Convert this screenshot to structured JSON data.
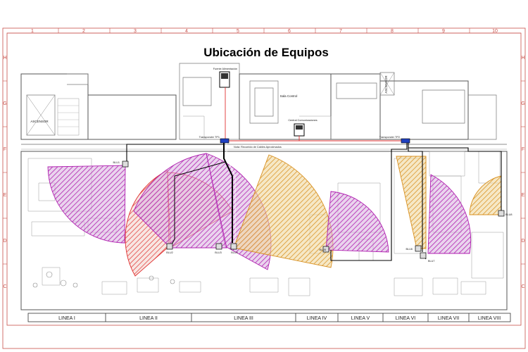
{
  "title": "Ubicación de Equipos",
  "grid_columns": [
    "1",
    "2",
    "3",
    "4",
    "5",
    "6",
    "7",
    "8",
    "9",
    "10"
  ],
  "grid_rows": [
    "H",
    "G",
    "F",
    "E",
    "D",
    "C"
  ],
  "rooms": {
    "ascensor_left": "ASCENSOR",
    "ascensor_right": "ASCENSOR",
    "sala_control": "Sala Control",
    "fuente_alimentacion": "Fuente Alimentación",
    "central_comunicaciones": "Central Comunicaciones"
  },
  "transponders": [
    "Transponder TP1",
    "Transponder TP2"
  ],
  "note": "Nota: Recorrido de Cables Aproximados",
  "nodes": [
    "BLU1",
    "BLU2",
    "BLU3",
    "BLU4",
    "BLU5",
    "BLU6",
    "BLU7",
    "BLU8"
  ],
  "lines": [
    "LINEA I",
    "LINEA II",
    "LINEA III",
    "LINEA IV",
    "LINEA V",
    "LINEA VI",
    "LINEA VII",
    "LINEA VIII"
  ],
  "colors": {
    "magenta_zone": "#c030c0",
    "red_zone": "#e03030",
    "orange_zone": "#e0a020",
    "comm_line": "#e03030",
    "cable": "#000000",
    "border": "#c8504a",
    "transponder": "#2040c0"
  }
}
